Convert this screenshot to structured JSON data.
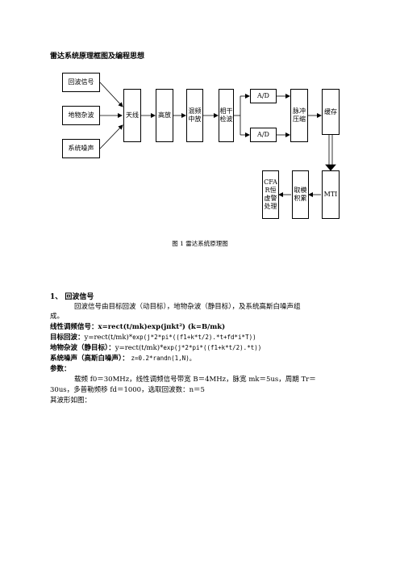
{
  "doc_title": "雷达系统原理框图及编程思想",
  "diagram": {
    "echo": "回波信号",
    "clutter": "地物杂波",
    "noise": "系统噪声",
    "antenna": "天线",
    "hf_amp": "高放",
    "mixer_line1": "混频",
    "mixer_line2": "中放",
    "coherent_line1": "相干",
    "coherent_line2": "检波",
    "ad_top": "A/D",
    "ad_bottom": "A/D",
    "pulse_line1": "脉冲",
    "pulse_line2": "压缩",
    "buffer": "缓存",
    "mti": "MTI",
    "accum_line1": "取模",
    "accum_line2": "积累",
    "cfar_line1": "CFA",
    "cfar_line2": "R恒",
    "cfar_line3": "虚警",
    "cfar_line4": "处理"
  },
  "caption": "图 1    雷达系统原理图",
  "section1": {
    "heading": "1、  回波信号",
    "para1_line1": "回波信号由目标回波（动目标），地物杂波（静目标），及系统高斯白噪声组",
    "para1_line2": "成。",
    "lfm_label": "线性调频信号：",
    "lfm_formula": "x=rect(t/mk)exp(jπkt²) (k=B/mk)",
    "target_label": "目标回波：",
    "target_formula_a": "y=rect(t/mk)*",
    "target_formula_b": "exp(j*2*pi*((f1+k*t/2).*t+fd*i*T))",
    "clutter_label": "地物杂波（静目标）：",
    "clutter_formula_a": "y=rect(t/mk)*",
    "clutter_formula_b": "exp(j*2*pi*((f1+k*t/2).*t))",
    "noise_label": "系统噪声（高斯白噪声）：",
    "noise_formula": "z=0.2*randn(1,N)。",
    "param_label": "参数：",
    "param_line1": "载频 f0＝30MHz，线性调频信号带宽 B＝4MHz，脉宽 mk＝5us，周期 Tr＝",
    "param_line2": "30us，多普勒频移 fd＝1000，选取回波数：n＝5",
    "waveform_line": "其波形如图："
  }
}
